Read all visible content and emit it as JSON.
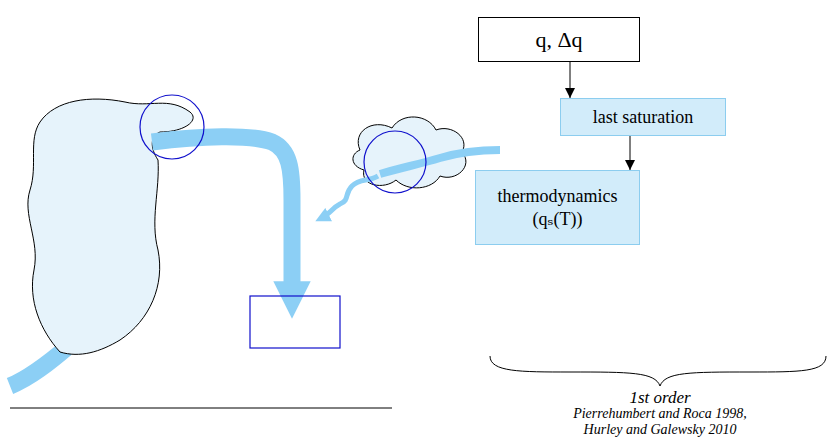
{
  "diagram": {
    "nodes": [
      {
        "text": [
          "q, Δq"
        ]
      },
      {
        "text": [
          "last saturation"
        ]
      },
      {
        "text": [
          "thermodynamics (qₛ(T))"
        ]
      }
    ],
    "edges": [
      {
        "from": 0,
        "to": 1,
        "arrow": "to"
      },
      {
        "from": 1,
        "to": 2,
        "arrow": "to"
      }
    ],
    "labels": [
      "1st order",
      "Pierrehumbert and Roca 1998, Hurley and Galewsky 2010"
    ]
  }
}
